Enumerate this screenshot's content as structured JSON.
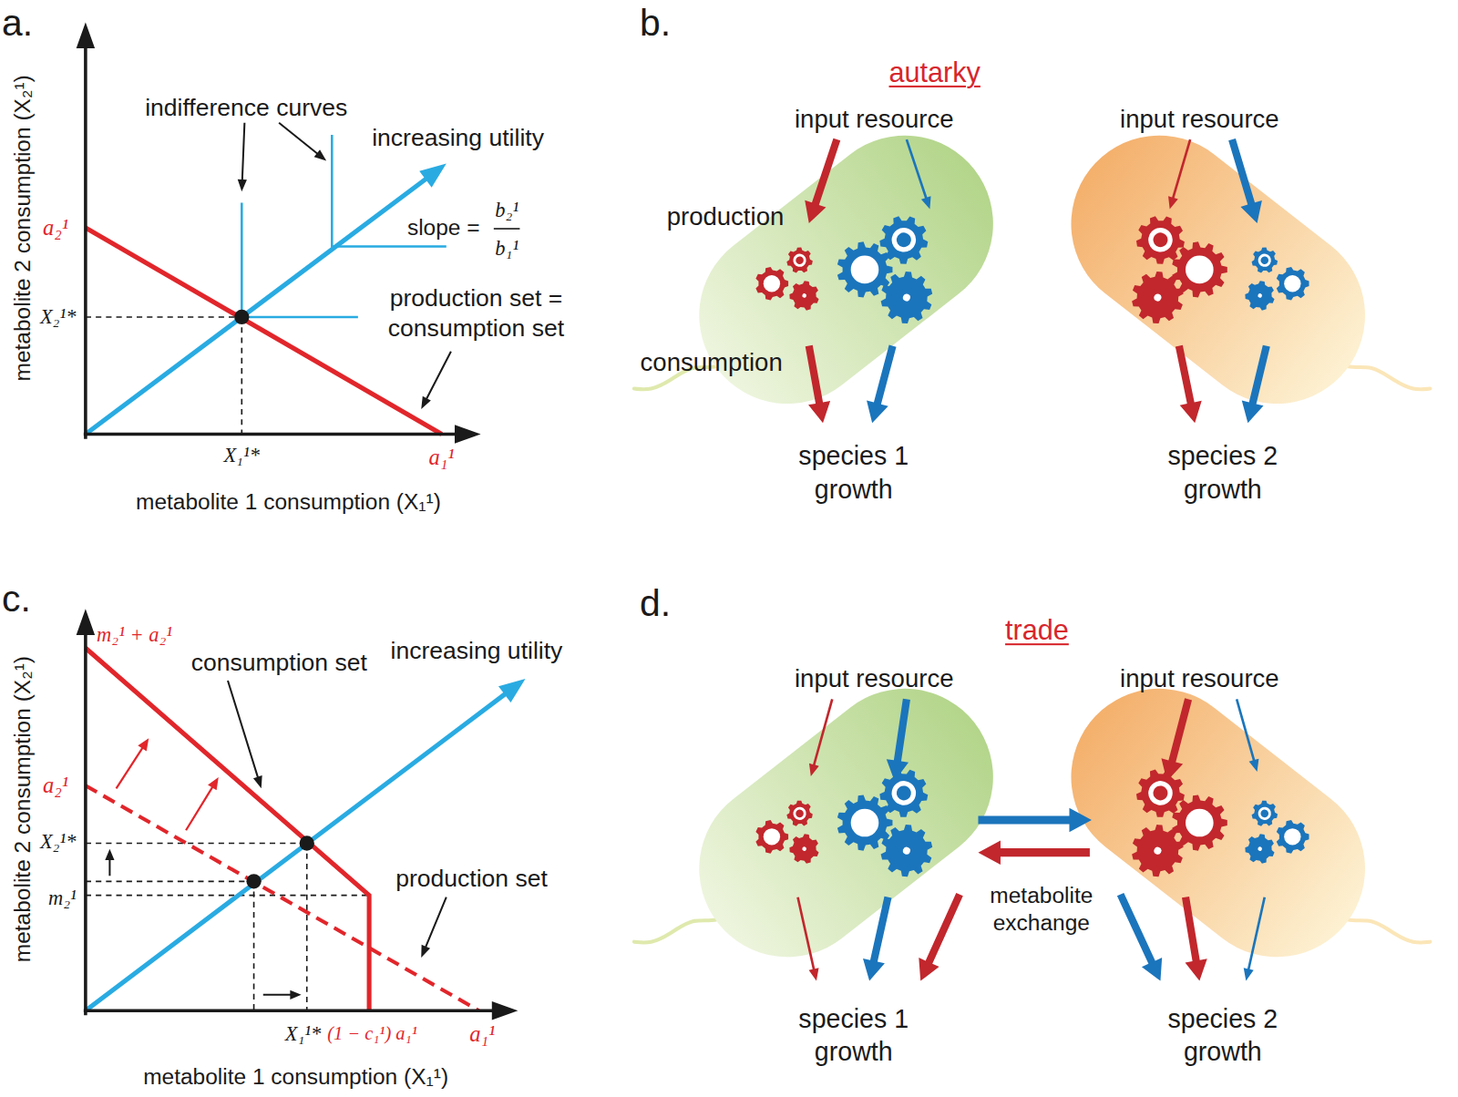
{
  "diagram": {
    "labels": [
      "a.",
      "metabolite 2 consumption (X₂¹)",
      "a₂¹",
      "X₂¹*",
      "indifference curves",
      "increasing utility",
      "slope =",
      "b₂¹",
      "b₁¹",
      "production set = consumption set",
      "X₁¹*",
      "a₁¹",
      "metabolite 1 consumption (X₁¹)",
      "b.",
      "autarky",
      "input resource",
      "input resource",
      "production",
      "consumption",
      "species 1 growth",
      "species 2 growth",
      "c.",
      "metabolite 2 consumption (X₂¹)",
      "m₂¹ + a₂¹",
      "consumption set",
      "increasing utility",
      "a₂¹",
      "X₂¹*",
      "m₂¹",
      "production set",
      "X₁¹*",
      "(1 − c₁¹) a₁¹",
      "a₁¹",
      "metabolite 1 consumption (X₁¹)",
      "d.",
      "trade",
      "input resource",
      "input resource",
      "metabolite exchange",
      "species 1 growth",
      "species 2 growth"
    ]
  }
}
